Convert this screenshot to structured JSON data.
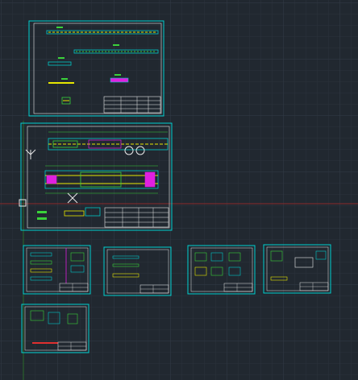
{
  "app": {
    "view": "model-space"
  },
  "colors": {
    "background": "#212830",
    "grid_minor": "#2a323b",
    "grid_major": "#323c47",
    "sheet_frame": "#00d0d0",
    "geometry_cyan": "#00c8c8",
    "geometry_green": "#3ad23a",
    "geometry_yellow": "#e6e600",
    "geometry_white": "#e8e8e8",
    "geometry_magenta": "#e020e0",
    "geometry_red": "#e03030",
    "axis_x": "#8a2a2a",
    "axis_y": "#2a6a2a"
  },
  "icons": {
    "ucs": "ucs-icon",
    "crosshair": "crosshair-cursor-icon"
  },
  "sheets": [
    {
      "id": "sheet-1"
    },
    {
      "id": "sheet-2"
    },
    {
      "id": "sheet-3"
    },
    {
      "id": "sheet-4"
    },
    {
      "id": "sheet-5"
    },
    {
      "id": "sheet-6"
    },
    {
      "id": "sheet-7"
    }
  ]
}
